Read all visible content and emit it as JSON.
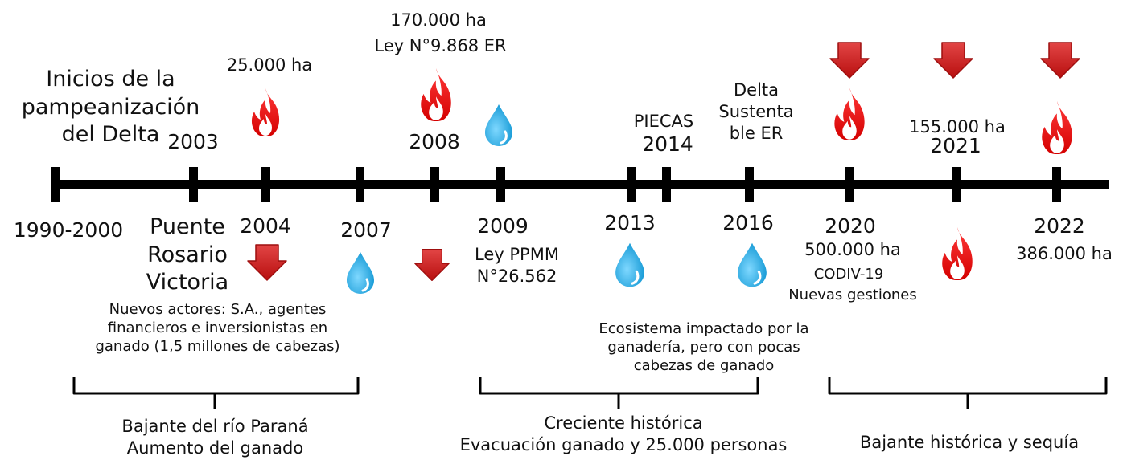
{
  "timeline": {
    "events": [
      {
        "id": "e1990",
        "year": "1990-2000",
        "text": "Inicios de la\npampeanización\ndel Delta"
      },
      {
        "id": "e2003",
        "year": "2003",
        "text": "Puente\nRosario\nVictoria"
      },
      {
        "id": "e2004",
        "year": "2004",
        "area": "25.000 ha"
      },
      {
        "id": "e2007",
        "year": "2007"
      },
      {
        "id": "e2008",
        "year": "2008",
        "area": "170.000 ha",
        "law": "Ley N°9.868 ER"
      },
      {
        "id": "e2009",
        "year": "2009",
        "law": "Ley PPMM\nN°26.562"
      },
      {
        "id": "e2013",
        "year": "2013"
      },
      {
        "id": "e2014",
        "year": "2014",
        "text": "PIECAS"
      },
      {
        "id": "e2016",
        "year": "2016",
        "text": "Delta\nSustenta\nble ER"
      },
      {
        "id": "e2020",
        "year": "2020",
        "area": "500.000 ha",
        "extra": "CODIV-19",
        "note": "Nuevas gestiones"
      },
      {
        "id": "e2021",
        "year": "2021",
        "area": "155.000 ha"
      },
      {
        "id": "e2022",
        "year": "2022",
        "area": "386.000 ha"
      }
    ]
  },
  "notes": {
    "actores": "Nuevos actores: S.A., agentes\nfinancieros e inversionistas en\nganado (1,5 millones de cabezas)",
    "ecosistema": "Ecosistema impactado por la\nganadería, pero con pocas\ncabezas de ganado"
  },
  "periods": {
    "p1": "Bajante del río Paraná\nAumento del ganado",
    "p2": "Creciente histórica\nEvacuación ganado y 25.000 personas",
    "p3": "Bajante histórica y sequía"
  },
  "colors": {
    "fire": "#ee1111",
    "water": "#1aa8e0",
    "arrow": "#cc1a1a",
    "line": "#000000"
  },
  "icons": [
    "fire-icon",
    "water-drop-icon",
    "down-arrow-icon"
  ]
}
